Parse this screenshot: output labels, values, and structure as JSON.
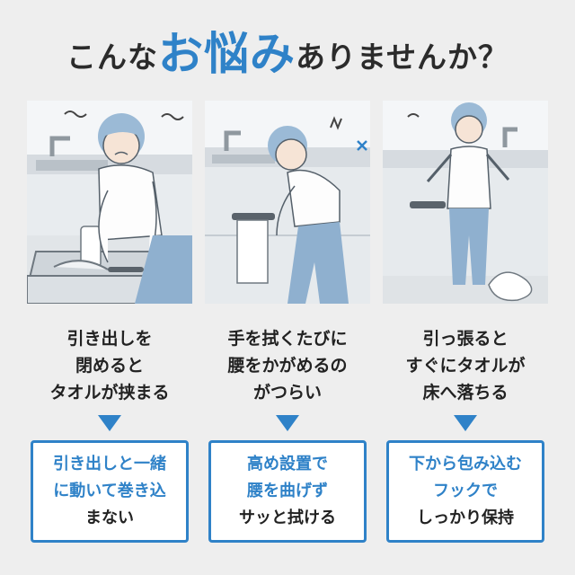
{
  "headline": {
    "before": "こんな",
    "accent": "お悩み",
    "after": "ありませんか？"
  },
  "colors": {
    "accent": "#2f82c8",
    "text": "#222222",
    "background": "#eeeeee"
  },
  "problems": [
    {
      "lines": [
        "引き出しを",
        "閉めると",
        "タオルが挟まる"
      ]
    },
    {
      "lines": [
        "手を拭くたびに",
        "腰をかがめるの",
        "がつらい"
      ]
    },
    {
      "lines": [
        "引っ張ると",
        "すぐにタオルが",
        "床へ落ちる"
      ]
    }
  ],
  "solutions": [
    {
      "lines": [
        {
          "text": "引き出しと一緒",
          "color": "blue"
        },
        {
          "text": "に動いて巻き込",
          "color": "blue"
        },
        {
          "text": "まない",
          "color": "dark"
        }
      ]
    },
    {
      "lines": [
        {
          "text": "高め設置で",
          "color": "blue"
        },
        {
          "text": "腰を曲げず",
          "color": "blue"
        },
        {
          "text": "サッと拭ける",
          "color": "dark"
        }
      ]
    },
    {
      "lines": [
        {
          "text": "下から包み込む",
          "color": "blue"
        },
        {
          "text": "フックで",
          "color": "blue"
        },
        {
          "text": "しっかり保持",
          "color": "dark"
        }
      ]
    }
  ]
}
